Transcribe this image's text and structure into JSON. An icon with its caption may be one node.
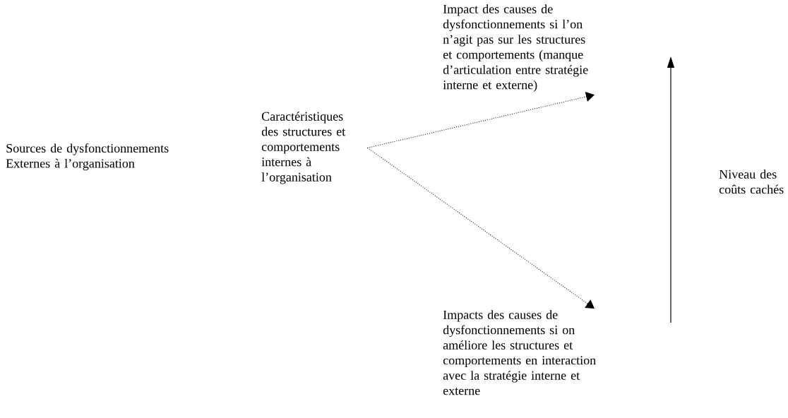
{
  "diagram": {
    "nodes": [
      {
        "text": [
          "Sources de dysfonctionnements Externes à l’organisation"
        ]
      },
      {
        "text": [
          "Caractéristiques des structures et comportements internes à l’organisation"
        ]
      },
      {
        "text": [
          "Impact des causes de dysfonctionnements si l’on n’agit pas sur les structures et comportements (manque d’articulation entre stratégie interne et externe)"
        ]
      },
      {
        "text": [
          "Impacts des causes de dysfonctionnements si on améliore les structures et comportements en interaction avec la stratégie interne et externe"
        ]
      }
    ],
    "edges": [
      {
        "from": 1,
        "to": 2,
        "arrow": "to"
      },
      {
        "from": 1,
        "to": 3,
        "arrow": "to"
      }
    ],
    "labels": [
      "Niveau des coûts cachés"
    ]
  }
}
